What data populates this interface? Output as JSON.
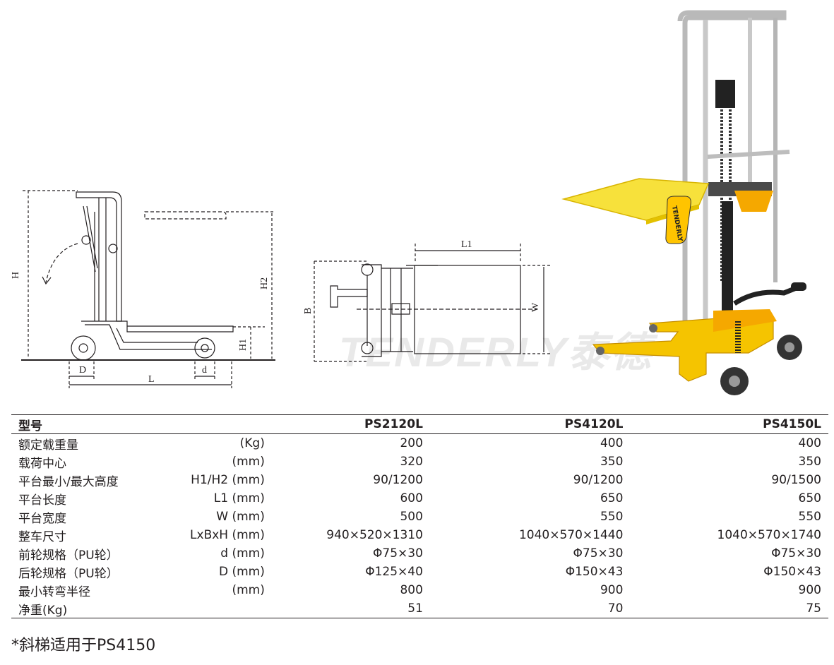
{
  "watermark": "TENDERLY泰德",
  "dimension_labels": {
    "H": "H",
    "H1": "H1",
    "H2": "H2",
    "D": "D",
    "d": "d",
    "L": "L",
    "L1": "L1",
    "B": "B",
    "W": "W"
  },
  "product_brand": "TENDERLY",
  "table": {
    "header": [
      "型号",
      "",
      "PS2120L",
      "PS4120L",
      "PS4150L"
    ],
    "rows": [
      [
        "额定载重量",
        "(Kg)",
        "200",
        "400",
        "400"
      ],
      [
        "载荷中心",
        "(mm)",
        "320",
        "350",
        "350"
      ],
      [
        "平台最小/最大高度",
        "H1/H2 (mm)",
        "90/1200",
        "90/1200",
        "90/1500"
      ],
      [
        "平台长度",
        "L1 (mm)",
        "600",
        "650",
        "650"
      ],
      [
        "平台宽度",
        "W (mm)",
        "500",
        "550",
        "550"
      ],
      [
        "整车尺寸",
        "LxBxH (mm)",
        "940×520×1310",
        "1040×570×1440",
        "1040×570×1740"
      ],
      [
        "前轮规格（PU轮）",
        "d (mm)",
        "Φ75×30",
        "Φ75×30",
        "Φ75×30"
      ],
      [
        "后轮规格（PU轮）",
        "D (mm)",
        "Φ125×40",
        "Φ150×43",
        "Φ150×43"
      ],
      [
        "最小转弯半径",
        "(mm)",
        "800",
        "900",
        "900"
      ],
      [
        "净重(Kg)",
        "",
        "51",
        "70",
        "75"
      ]
    ]
  },
  "footnote": "*斜梯适用于PS4150"
}
